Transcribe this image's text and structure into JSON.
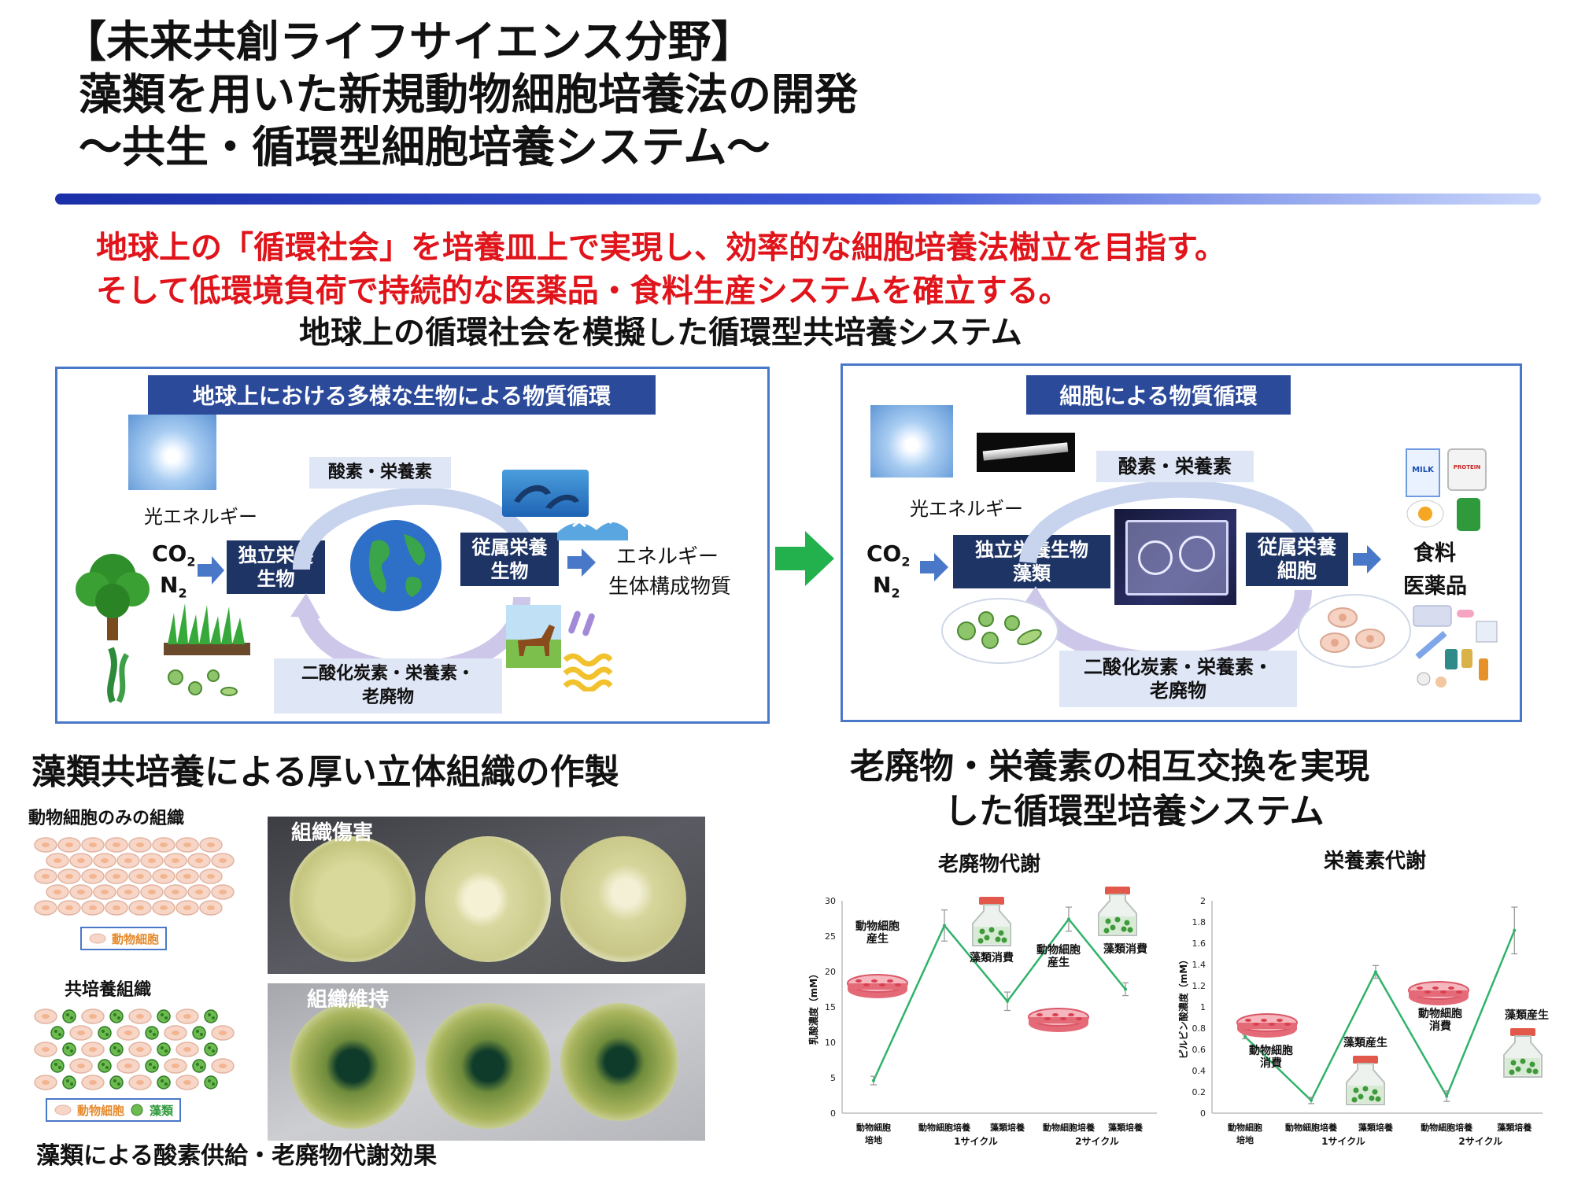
{
  "header": {
    "title_line1": "【未来共創ライフサイエンス分野】",
    "title_line2": "藻類を用いた新規動物細胞培養法の開発",
    "title_line3": "～共生・循環型細胞培養システム～"
  },
  "lead": {
    "line1": "地球上の「循環社会」を培養皿上で実現し、効率的な細胞培養法樹立を目指す。",
    "line2": "そして低環境負荷で持続的な医薬品・食料生産システムを確立する。",
    "subtitle": "地球上の循環社会を模擬した循環型共培養システム"
  },
  "left_panel": {
    "band": "地球上における多様な生物による物質循環",
    "light": "光エネルギー",
    "co2": "CO",
    "co2_sub": "2",
    "n2": "N",
    "n2_sub": "2",
    "autotroph_l1": "独立栄養",
    "autotroph_l2": "生物",
    "heterotroph_l1": "従属栄養",
    "heterotroph_l2": "生物",
    "top_cycle": "酸素・栄養素",
    "bottom_cycle_l1": "二酸化炭素・栄養素・",
    "bottom_cycle_l2": "老廃物",
    "out_l1": "エネルギー",
    "out_l2": "生体構成物質"
  },
  "right_panel": {
    "band": "細胞による物質循環",
    "light": "光エネルギー",
    "co2": "CO",
    "co2_sub": "2",
    "n2": "N",
    "n2_sub": "2",
    "autotroph_l1": "独立栄養生物",
    "autotroph_l2": "藻類",
    "heterotroph_l1": "従属栄養",
    "heterotroph_l2": "細胞",
    "top_cycle": "酸素・栄養素",
    "bottom_cycle_l1": "二酸化炭素・栄養素・",
    "bottom_cycle_l2": "老廃物",
    "out_l1": "食料",
    "out_l2": "医薬品",
    "milk": "MILK",
    "protein": "PROTEIN"
  },
  "tissue_section": {
    "heading": "藻類共培養による厚い立体組織の作製",
    "animal_only": "動物細胞のみの組織",
    "legend_animal": "動物細胞",
    "coculture": "共培養組織",
    "legend_algae": "藻類",
    "damage": "組織傷害",
    "maintain": "組織維持",
    "footer": "藻類による酸素供給・老廃物代謝効果"
  },
  "system_section": {
    "heading_l1": "老廃物・栄養素の相互交換を実現",
    "heading_l2": "した循環型培養システム"
  },
  "chart_data": [
    {
      "type": "line",
      "title": "老廃物代謝",
      "ylabel": "乳酸濃度（mM）",
      "ylim": [
        0,
        30
      ],
      "yticks": [
        0,
        5,
        10,
        15,
        20,
        25,
        30
      ],
      "categories": [
        "動物細胞培地",
        "動物細胞培養",
        "藻類培養",
        "動物細胞培養",
        "藻類培養"
      ],
      "groups": [
        "1サイクル",
        "2サイクル"
      ],
      "values": [
        4.6,
        26.5,
        15.8,
        27.4,
        17.5
      ],
      "errors": [
        0.6,
        2.2,
        1.3,
        1.7,
        0.9
      ],
      "line_color": "#2fb36a",
      "annotations": [
        "動物細胞産生",
        "藻類消費",
        "動物細胞産生",
        "藻類消費"
      ]
    },
    {
      "type": "line",
      "title": "栄養素代謝",
      "ylabel": "ピルビン酸濃度（mM）",
      "ylim": [
        0,
        2
      ],
      "yticks": [
        "0",
        "0.2",
        "0.4",
        "0.6",
        "0.8",
        "1",
        "1.2",
        "1.4",
        "1.6",
        "1.8",
        "2"
      ],
      "categories": [
        "動物細胞培地",
        "動物細胞培養",
        "藻類培養",
        "動物細胞培養",
        "藻類培養"
      ],
      "groups": [
        "1サイクル",
        "2サイクル"
      ],
      "values": [
        0.72,
        0.12,
        1.33,
        0.16,
        1.72
      ],
      "errors": [
        0.02,
        0.03,
        0.06,
        0.05,
        0.22
      ],
      "line_color": "#2fb36a",
      "annotations": [
        "動物細胞消費",
        "藻類産生",
        "動物細胞消費",
        "藻類産生"
      ]
    }
  ]
}
